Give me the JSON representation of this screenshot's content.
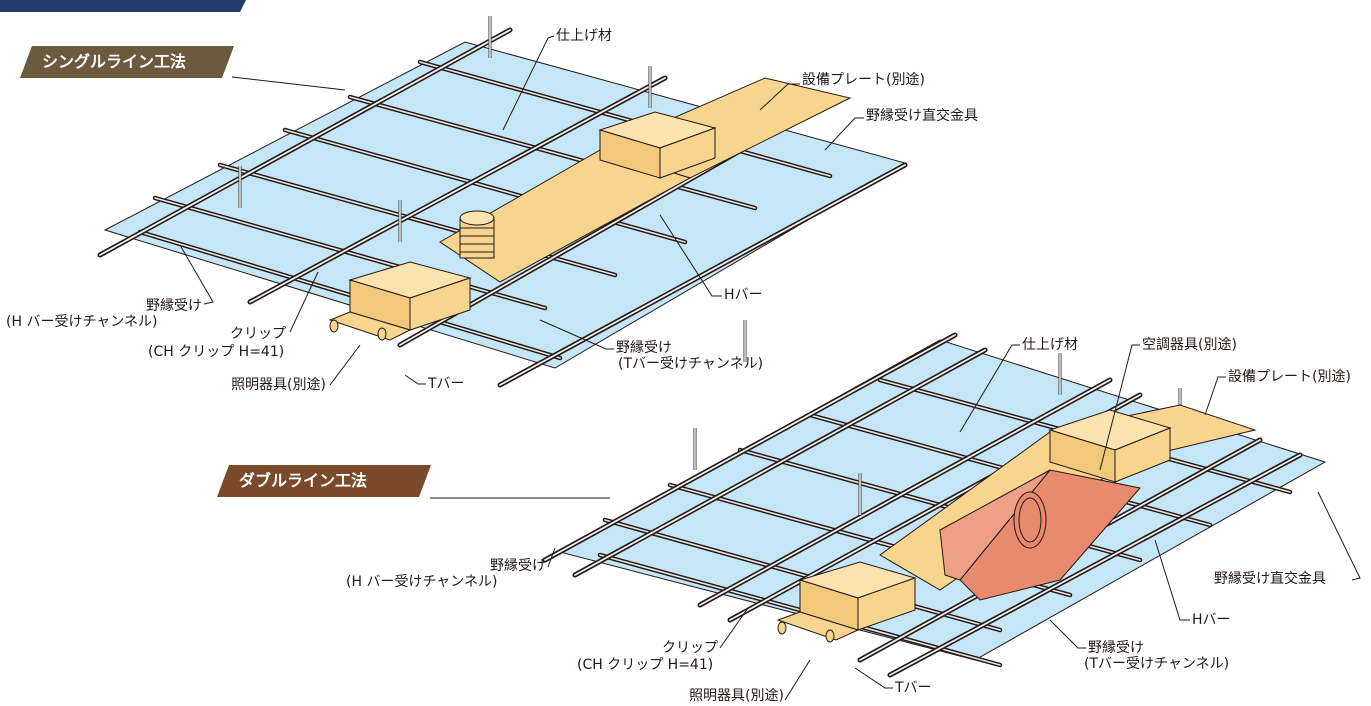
{
  "colors": {
    "corner_bar": "#223c6a",
    "banner_single": "#6b5a3e",
    "banner_double": "#7a4a2a",
    "panel": "#c5e6f7",
    "fixture": "#f7d58f",
    "aircon": "#e88a6e",
    "line": "#231815"
  },
  "single": {
    "title": "シングルライン工法",
    "labels": {
      "finish_material": "仕上げ材",
      "equipment_plate": "設備プレート(別途)",
      "cross_bracket": "野縁受け直交金具",
      "h_bar": "Hバー",
      "carrier_h_1": "野縁受け",
      "carrier_h_2": "(H バー受けチャンネル)",
      "clip_1": "クリップ",
      "clip_2": "(CH クリップ H=41)",
      "lighting": "照明器具(別途)",
      "t_bar": "Tバー",
      "carrier_t_1": "野縁受け",
      "carrier_t_2": "(Tバー受けチャンネル)"
    }
  },
  "double": {
    "title": "ダブルライン工法",
    "labels": {
      "finish_material": "仕上げ材",
      "aircon": "空調器具(別途)",
      "equipment_plate": "設備プレート(別途)",
      "cross_bracket": "野縁受け直交金具",
      "h_bar": "Hバー",
      "carrier_h_1": "野縁受け",
      "carrier_h_2": "(H バー受けチャンネル)",
      "clip_1": "クリップ",
      "clip_2": "(CH クリップ H=41)",
      "lighting": "照明器具(別途)",
      "t_bar": "Tバー",
      "carrier_t_1": "野縁受け",
      "carrier_t_2": "(Tバー受けチャンネル)"
    }
  }
}
